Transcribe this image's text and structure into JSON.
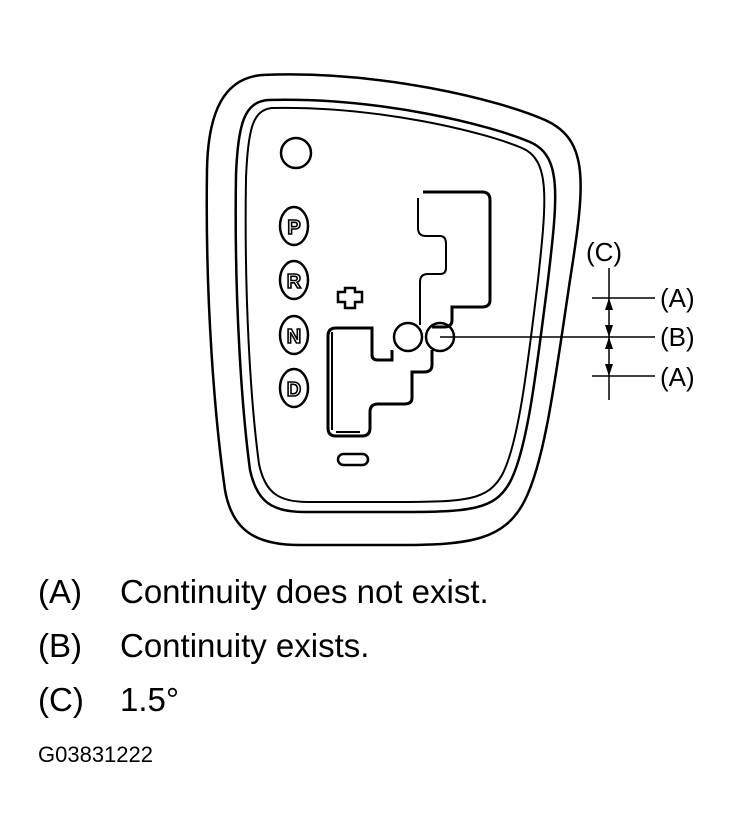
{
  "gate_labels": {
    "p": "P",
    "r": "R",
    "n": "N",
    "d": "D"
  },
  "callouts": {
    "c": "(C)",
    "a_top": "(A)",
    "b": "(B)",
    "a_bottom": "(A)"
  },
  "legend": [
    {
      "key": "(A)",
      "text": "Continuity does not exist."
    },
    {
      "key": "(B)",
      "text": "Continuity exists."
    },
    {
      "key": "(C)",
      "text": "1.5°"
    }
  ],
  "figure_code": "G03831222"
}
